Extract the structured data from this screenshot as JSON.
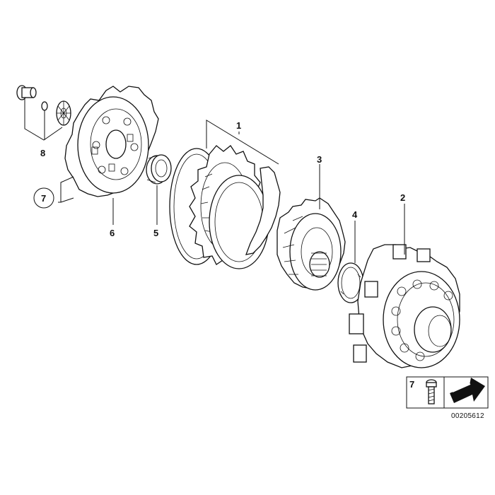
{
  "diagram": {
    "callouts": [
      {
        "id": "1"
      },
      {
        "id": "2"
      },
      {
        "id": "3"
      },
      {
        "id": "4"
      },
      {
        "id": "5"
      },
      {
        "id": "6"
      },
      {
        "id": "7"
      },
      {
        "id": "8"
      }
    ],
    "legend": {
      "number": "7"
    },
    "reference_code": "00205612"
  }
}
